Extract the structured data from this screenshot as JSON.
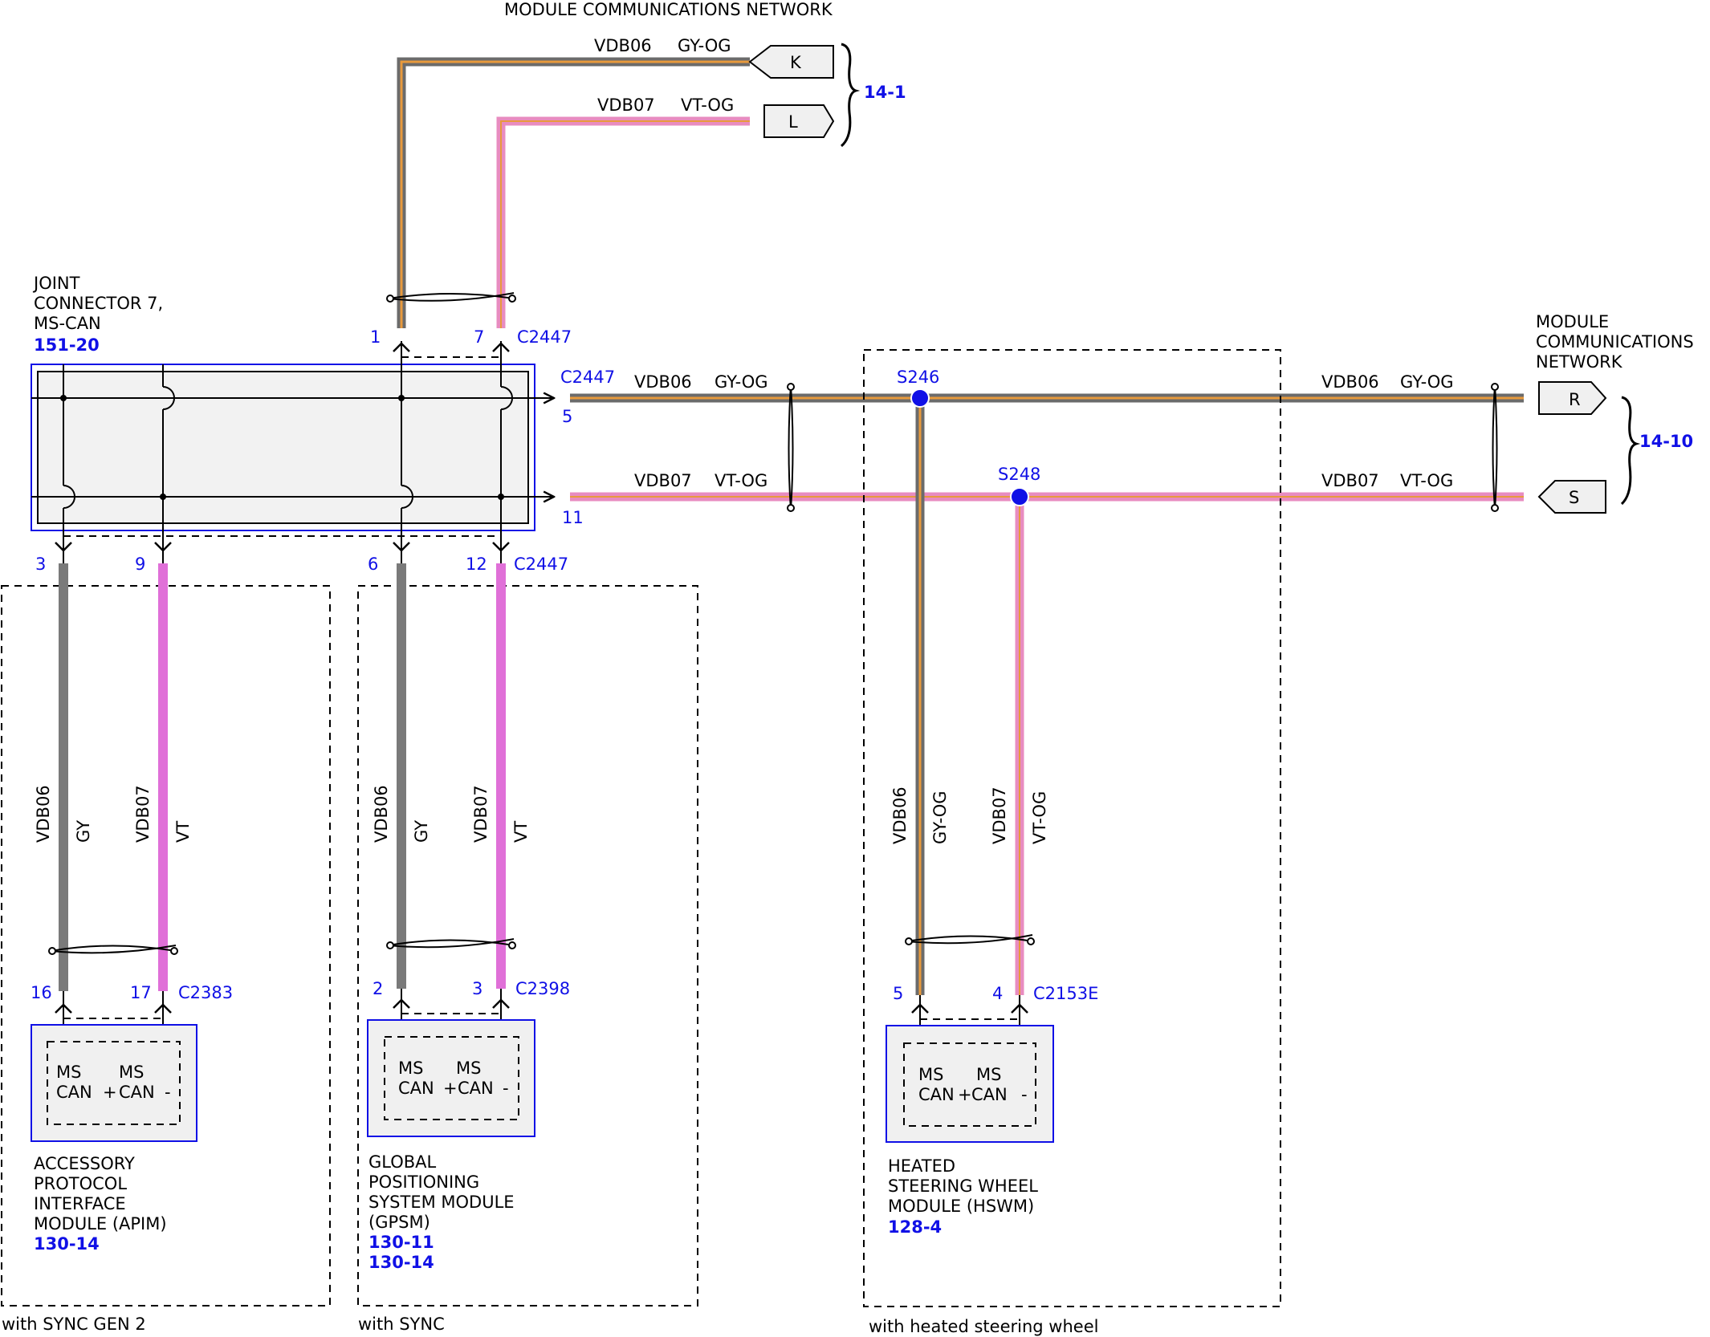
{
  "top_network": {
    "title": "MODULE COMMUNICATIONS NETWORK",
    "wire1": {
      "circuit": "VDB06",
      "color": "GY-OG",
      "connector": "K"
    },
    "wire2": {
      "circuit": "VDB07",
      "color": "VT-OG",
      "connector": "L"
    },
    "ref": "14-1"
  },
  "right_network": {
    "title_lines": [
      "MODULE",
      "COMMUNICATIONS",
      "NETWORK"
    ],
    "wire1": {
      "circuit": "VDB06",
      "color": "GY-OG",
      "connector": "R"
    },
    "wire2": {
      "circuit": "VDB07",
      "color": "VT-OG",
      "connector": "S"
    },
    "ref": "14-10"
  },
  "joint_connector": {
    "name_lines": [
      "JOINT",
      "CONNECTOR 7,",
      "MS-CAN"
    ],
    "ref": "151-20",
    "connector": "C2447",
    "pins": {
      "top_left": "1",
      "top_right": "7",
      "right_upper": "5",
      "right_lower": "11",
      "b1": "3",
      "b2": "9",
      "b3": "6",
      "b4": "12"
    }
  },
  "splices": {
    "s1": "S246",
    "s2": "S248"
  },
  "bus_wires": {
    "upper_left": {
      "circuit": "VDB06",
      "color": "GY-OG"
    },
    "lower_left": {
      "circuit": "VDB07",
      "color": "VT-OG"
    },
    "upper_right": {
      "circuit": "VDB06",
      "color": "GY-OG"
    },
    "lower_right": {
      "circuit": "VDB07",
      "color": "VT-OG"
    }
  },
  "apim": {
    "wire1": {
      "circuit": "VDB06",
      "color": "GY"
    },
    "wire2": {
      "circuit": "VDB07",
      "color": "VT"
    },
    "pin1": "16",
    "pin2": "17",
    "connector": "C2383",
    "pin_labels": {
      "a1": "MS",
      "a2": "CAN",
      "plus": "+",
      "b1": "MS",
      "b2": "CAN",
      "minus": "-"
    },
    "name_lines": [
      "ACCESSORY",
      "PROTOCOL",
      "INTERFACE",
      "MODULE (APIM)"
    ],
    "refs": [
      "130-14"
    ],
    "condition": "with SYNC GEN 2"
  },
  "gpsm": {
    "wire1": {
      "circuit": "VDB06",
      "color": "GY"
    },
    "wire2": {
      "circuit": "VDB07",
      "color": "VT"
    },
    "pin1": "2",
    "pin2": "3",
    "connector": "C2398",
    "pin_labels": {
      "a1": "MS",
      "a2": "CAN",
      "plus": "+",
      "b1": "MS",
      "b2": "CAN",
      "minus": "-"
    },
    "name_lines": [
      "GLOBAL",
      "POSITIONING",
      "SYSTEM MODULE",
      "(GPSM)"
    ],
    "refs": [
      "130-11",
      "130-14"
    ],
    "condition": "with SYNC"
  },
  "hswm": {
    "wire1": {
      "circuit": "VDB06",
      "color": "GY-OG"
    },
    "wire2": {
      "circuit": "VDB07",
      "color": "VT-OG"
    },
    "pin1": "5",
    "pin2": "4",
    "connector": "C2153E",
    "pin_labels": {
      "a1": "MS",
      "a2": "CAN",
      "plus": "+",
      "b1": "MS",
      "b2": "CAN",
      "minus": "-"
    },
    "name_lines": [
      "HEATED",
      "STEERING WHEEL",
      "MODULE (HSWM)"
    ],
    "refs": [
      "128-4"
    ],
    "condition": "with heated steering wheel"
  },
  "colors": {
    "gray": "#7a7a7a",
    "orange": "#e89a3c",
    "violet": "#e070d8",
    "pink_og": "#e88cc0",
    "blue": "#1010e6",
    "component_fill": "#f0f0f0"
  }
}
